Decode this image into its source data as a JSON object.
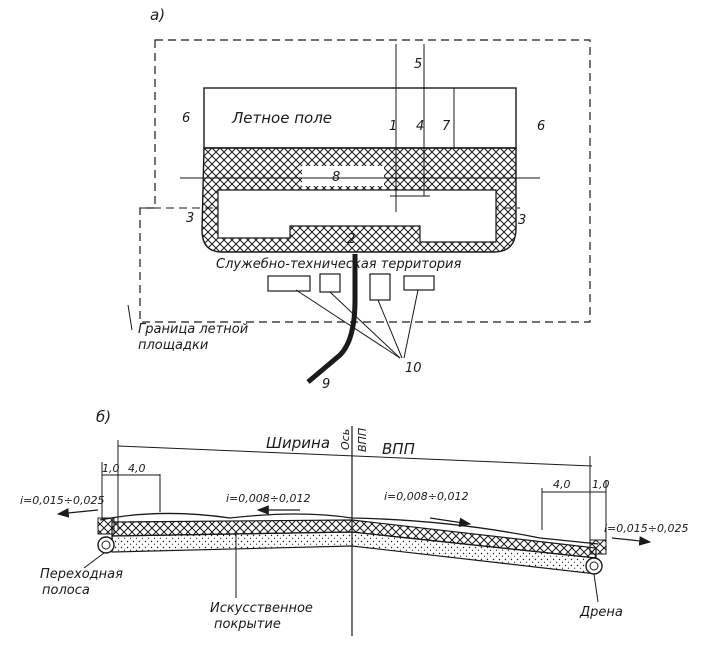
{
  "colors": {
    "ink": "#1a1a1a",
    "paper": "#ffffff"
  },
  "part_a": {
    "label": "а)",
    "flying_field": "Летное поле",
    "service_area": "Служебно-техническая территория",
    "boundary": [
      "Граница летной",
      "площадки"
    ],
    "numbers": {
      "n1": "1",
      "n2": "2",
      "n3_left": "3",
      "n3_right": "3",
      "n4": "4",
      "n5": "5",
      "n6_left": "6",
      "n6_right": "6",
      "n7": "7",
      "n8": "8",
      "n9": "9",
      "n10": "10"
    }
  },
  "part_b": {
    "label": "б)",
    "width_label": "Ширина",
    "vpp_label": "ВПП",
    "axis_label": [
      "Ось",
      "ВПП"
    ],
    "dims": {
      "d_left_10": "1,0",
      "d_left_40": "4,0",
      "d_right_40": "4,0",
      "d_right_10": "1,0"
    },
    "slopes": {
      "outer_left": "i=0,015÷0,025",
      "inner_left": "i=0,008÷0,012",
      "inner_right": "i=0,008÷0,012",
      "outer_right": "i=0,015÷0,025"
    },
    "transition": [
      "Переходная",
      "полоса"
    ],
    "artificial": [
      "Искусственное",
      "покрытие"
    ],
    "drain": "Дрена"
  }
}
